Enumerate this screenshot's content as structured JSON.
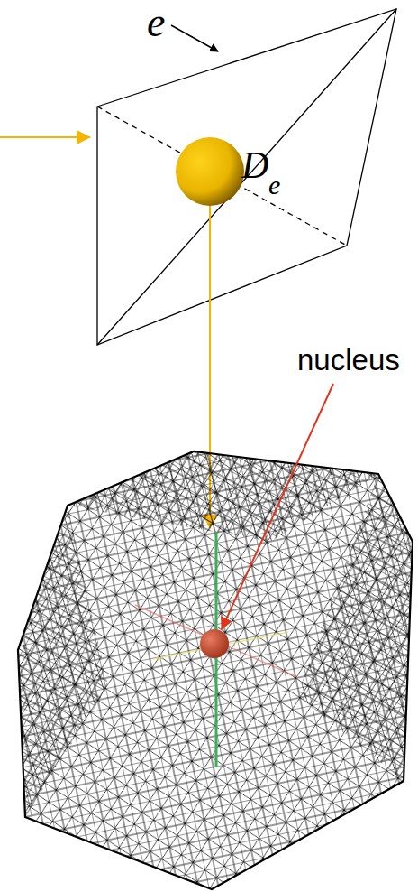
{
  "diagram": {
    "labels": [
      "e",
      "D",
      "e",
      "nucleus"
    ]
  }
}
